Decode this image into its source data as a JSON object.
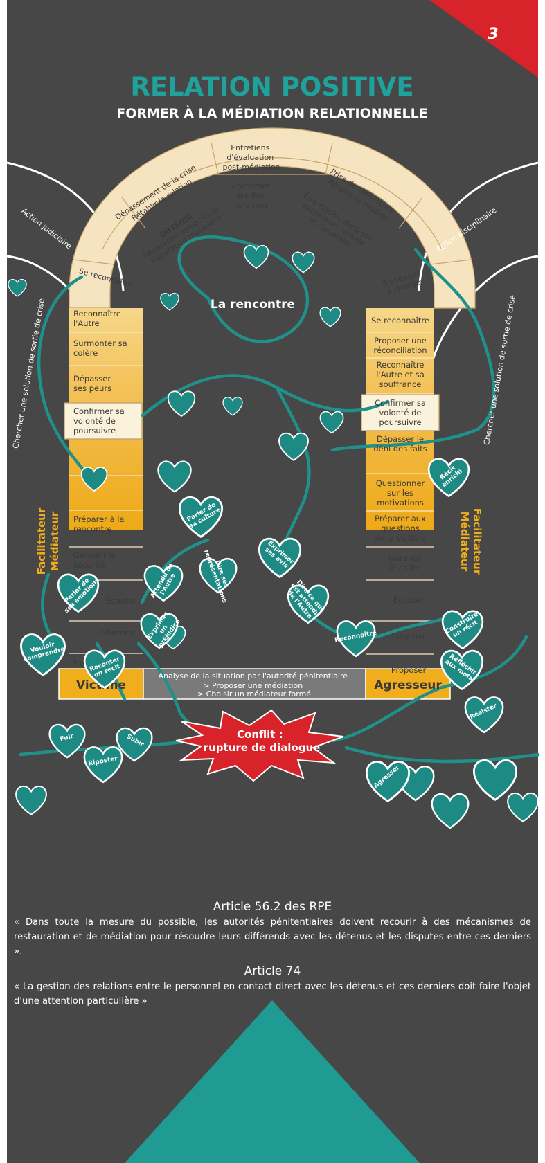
{
  "page": {
    "number": "3",
    "title": "RELATION POSITIVE",
    "subtitle": "FORMER À LA MÉDIATION RELATIONNELLE"
  },
  "colors": {
    "background": "#474747",
    "teal": "#1f918a",
    "yellow": "#f0ae1c",
    "cream": "#f6e3bf",
    "red": "#d8232a",
    "title_teal": "#1fa29b"
  },
  "arch": {
    "top_center": [
      "Entretiens",
      "d'évaluation",
      "post-médiation"
    ],
    "center_lower": [
      "S'accorder",
      "sur des",
      "solutions"
    ],
    "left_outer": [
      "Dépassement de la crise",
      "Rétablir la relation"
    ],
    "left_inner": [
      "OBTENIR",
      "Réparation symbolique",
      "Réparation matérielle"
    ],
    "right_outer": [
      "Prise de conscience",
      "Rétablir la relation"
    ],
    "right_inner": [
      "Être sincère dans son",
      "expression verbale",
      "et corporelle"
    ],
    "left_base": "Se reconnaître",
    "right_base": [
      "S'engager",
      "à changer"
    ]
  },
  "center_label": "La rencontre",
  "left_column": [
    [
      "Reconnaître",
      "l'Autre"
    ],
    [
      "Surmonter sa",
      "colère"
    ],
    [
      "Dépasser",
      "ses peurs"
    ],
    [
      "Confirmer sa",
      "volonté de",
      "poursuivre"
    ],
    [
      "Préparer à la",
      "rencontre"
    ],
    [
      "Garantir la",
      "sécurité"
    ],
    [
      "Écouter"
    ],
    [
      "Informer"
    ],
    [
      "Proposer"
    ]
  ],
  "right_column": [
    [
      "Se reconnaître"
    ],
    [
      "Proposer une",
      "réconciliation"
    ],
    [
      "Reconnaître",
      "l'Autre et sa",
      "souffrance"
    ],
    [
      "Confirmer sa",
      "volonté de",
      "poursuivre"
    ],
    [
      "Dépasser le",
      "déni des faits"
    ],
    [
      "Questionner",
      "sur les",
      "motivations"
    ],
    [
      "Préparer aux",
      "questions",
      "de la victime"
    ],
    [
      "Garantir",
      "le cadre"
    ],
    [
      "Écouter"
    ],
    [
      "Informer"
    ],
    [
      "Proposer"
    ]
  ],
  "side_labels": {
    "left_vertical": [
      "Facilitateur",
      "Médiateur"
    ],
    "right_vertical": [
      "Facilitateur",
      "Médiateur"
    ],
    "left_curve_top": "Action judiciaire",
    "left_curve_side": "Chercher une solution de sortie de crise",
    "right_curve_top": "Action disciplinaire",
    "right_curve_side": "Chercher une solution de sortie de crise"
  },
  "base": {
    "victim": "Victime",
    "aggressor": "Agresseur",
    "analysis_title": "Analyse de la situation par l'autorité pénitentiaire",
    "analysis_items": [
      "> Proposer une médiation",
      "> Choisir un médiateur formé"
    ]
  },
  "conflict": [
    "Conflit :",
    "rupture de dialogue"
  ],
  "leaves": {
    "parler_culture": [
      "Parler de",
      "sa culture"
    ],
    "dire_representations": [
      "Dire ses",
      "représentations"
    ],
    "attendu_autre": [
      "Attendu de",
      "l'Autre"
    ],
    "parler_emotions": [
      "Parler de",
      "ses émotions"
    ],
    "exprimer_prejudice": [
      "Exprimer",
      "un",
      "préjudice"
    ],
    "vouloir_comprendre": [
      "Vouloir",
      "comprendre"
    ],
    "raconter_recit": [
      "Raconter",
      "un récit"
    ],
    "exprimer_avis": [
      "Exprimer",
      "ses avis"
    ],
    "dire_attendu": [
      "Dire ce qui",
      "est attendu",
      "de l'Autre"
    ],
    "reconnaitre": "Reconnaître",
    "recit_enrichi": [
      "Récit",
      "enrichi"
    ],
    "construire_recit": [
      "Construire",
      "un récit"
    ],
    "reflechir_mots": [
      "Réfléchir",
      "aux mots"
    ],
    "resister": "Résister",
    "fuir": "Fuir",
    "subir": "Subir",
    "riposter": "Riposter",
    "agresser": "Agresser"
  },
  "articles": [
    {
      "title": "Article 56.2 des RPE",
      "body": "« Dans toute la mesure du possible, les autorités pénitentiaires doivent recourir à des mécanismes de restauration et de médiation pour résoudre leurs différends avec les détenus et les disputes entre ces derniers »."
    },
    {
      "title": "Article 74",
      "body": "« La gestion des relations entre le personnel en contact direct avec les détenus et ces derniers doit faire l'objet d'une attention particulière »"
    }
  ]
}
